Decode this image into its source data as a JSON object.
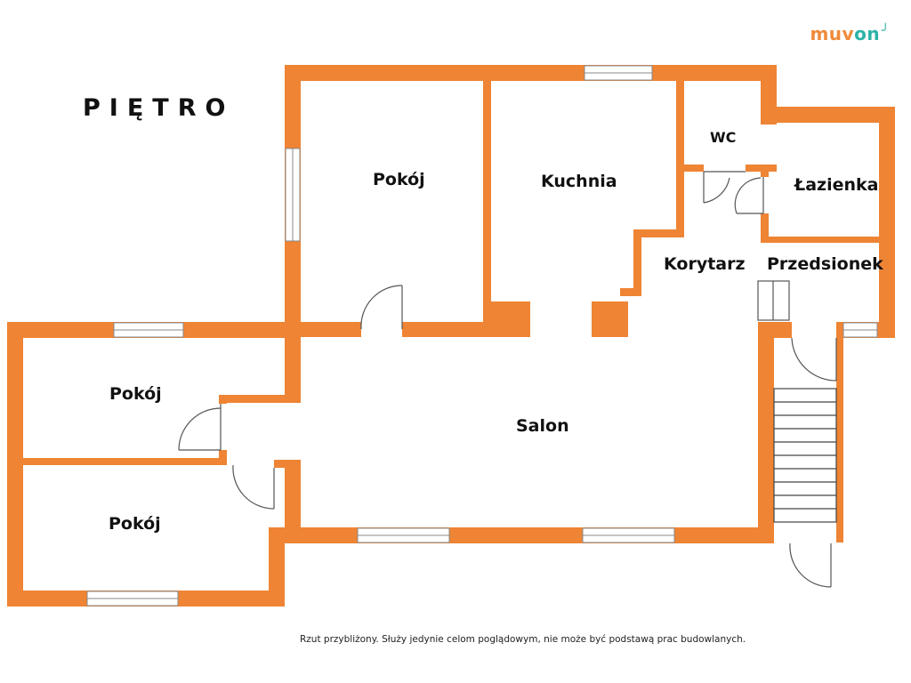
{
  "logo": {
    "part1": "muv",
    "part2": "on",
    "tick": "╯"
  },
  "floor_title": "PIĘTRO",
  "rooms": {
    "pokoj_top": "Pokój",
    "kuchnia": "Kuchnia",
    "wc": "WC",
    "lazienka": "Łazienka",
    "korytarz": "Korytarz",
    "przedsionek": "Przedsionek",
    "pokoj_left_upper": "Pokój",
    "pokoj_left_lower": "Pokój",
    "salon": "Salon"
  },
  "disclaimer": "Rzut przybliżony. Służy jedynie celom poglądowym, nie może być podstawą prac budowlanych.",
  "colors": {
    "wall": "#ee8434",
    "window_line": "#8a8a8a",
    "door_line": "#555555"
  }
}
